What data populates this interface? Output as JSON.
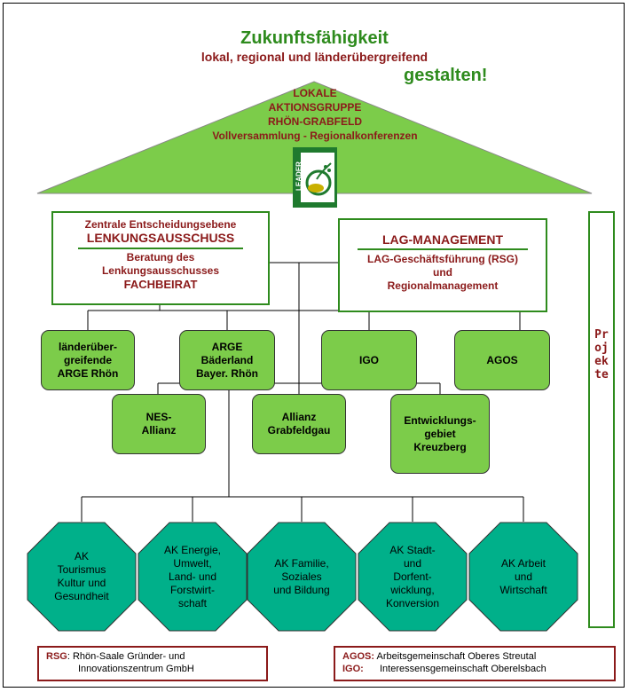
{
  "header": {
    "line1": "Zukunftsfähigkeit",
    "line2": "lokal, regional und länderübergreifend",
    "line3": "gestalten!"
  },
  "roof": {
    "lines": [
      "LOKALE",
      "AKTIONSGRUPPE",
      "RHÖN-GRABFELD",
      "Vollversammlung - Regionalkonferenzen"
    ],
    "logo_text": "LEADER"
  },
  "left_box": {
    "line1": "Zentrale Entscheidungsebene",
    "line2": "LENKUNGSAUSSCHUSS",
    "line3": "Beratung des",
    "line4": "Lenkungsausschusses",
    "line5": "FACHBEIRAT"
  },
  "right_box": {
    "line1": "LAG-MANAGEMENT",
    "line2": "LAG-Geschäftsführung (RSG)",
    "line3": "und",
    "line4": "Regionalmanagement"
  },
  "projekte": "Projekte",
  "row1": [
    "länderüber-\ngreifende\nARGE Rhön",
    "ARGE\nBäderland\nBayer. Rhön",
    "IGO",
    "AGOS"
  ],
  "row2": [
    "NES-\nAllianz",
    "Allianz\nGrabfeldgau",
    "Entwicklungs-\ngebiet\nKreuzberg"
  ],
  "octagons": [
    "AK\nTourismus\nKultur und\nGesundheit",
    "AK Energie,\nUmwelt,\nLand- und\nForstwirt-\nschaft",
    "AK Familie,\nSoziales\nund Bildung",
    "AK Stadt-\nund\nDorfent-\nwicklung,\nKonversion",
    "AK Arbeit\nund\nWirtschaft"
  ],
  "legend_left": {
    "abbr": "RSG",
    "text1": ": Rhön-Saale Gründer- und",
    "text2": "Innovationszentrum GmbH"
  },
  "legend_right": {
    "abbr1": "AGOS:",
    "text1": " Arbeitsgemeinschaft Oberes Streutal",
    "abbr2": "IGO:",
    "text2": "Interessensgemeinschaft Oberelsbach"
  },
  "colors": {
    "green_text": "#2e8b1d",
    "red_text": "#8b1a1a",
    "box_fill": "#7ccc4a",
    "roof_fill": "#7ccc4a"
  }
}
